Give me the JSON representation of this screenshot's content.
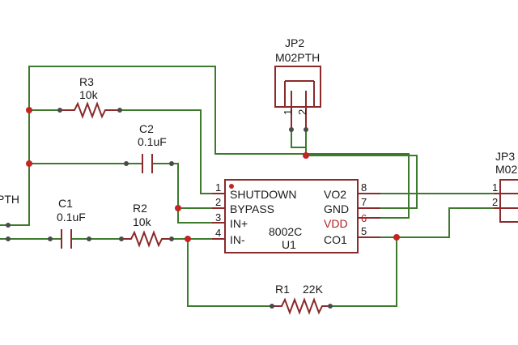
{
  "ic": {
    "name": "8002C",
    "ref": "U1",
    "pins": {
      "p1": {
        "num": "1",
        "label": "SHUTDOWN"
      },
      "p2": {
        "num": "2",
        "label": "BYPASS"
      },
      "p3": {
        "num": "3",
        "label": "IN+"
      },
      "p4": {
        "num": "4",
        "label": "IN-"
      },
      "p8": {
        "num": "8",
        "label": "VO2"
      },
      "p7": {
        "num": "7",
        "label": "GND"
      },
      "p6": {
        "num": "6",
        "label": "VDD"
      },
      "p5": {
        "num": "5",
        "label": "CO1"
      }
    }
  },
  "jp2": {
    "ref": "JP2",
    "part": "M02PTH",
    "pin1": "1",
    "pin2": "2"
  },
  "jp3": {
    "ref": "JP3",
    "part": "M02",
    "pin1": "1",
    "pin2": "2"
  },
  "jp1_partial": {
    "part_tail": "PTH"
  },
  "r1": {
    "ref": "R1",
    "value": "22K"
  },
  "r2": {
    "ref": "R2",
    "value": "10k"
  },
  "r3": {
    "ref": "R3",
    "value": "10k"
  },
  "c1": {
    "ref": "C1",
    "value": "0.1uF"
  },
  "c2": {
    "ref": "C2",
    "value": "0.1uF"
  },
  "colors": {
    "wire": "#3d7a2e",
    "part": "#8a2a2a",
    "junction": "#c42424",
    "vdd_label": "#b02020"
  }
}
